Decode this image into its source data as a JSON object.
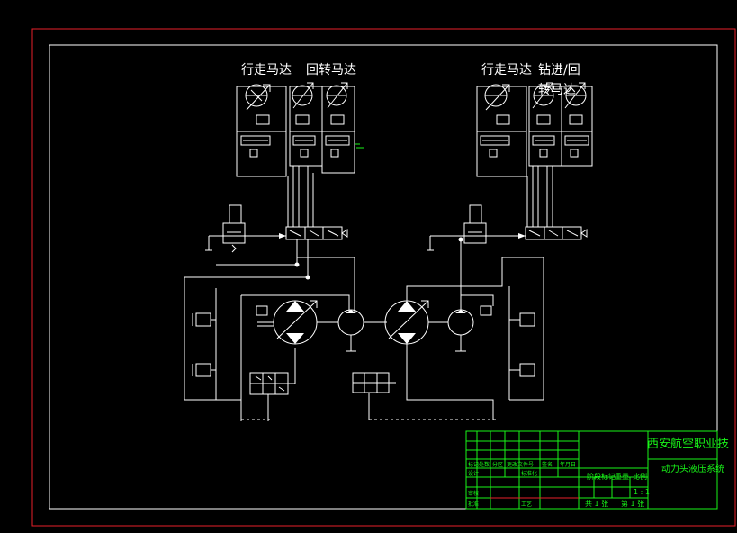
{
  "labels": {
    "left_motor_a": "行走马达",
    "left_motor_b": "回转马达",
    "right_motor_a": "行走马达",
    "right_motor_b": "钻进/回",
    "right_motor_b2": "转马达"
  },
  "title_block": {
    "school": "西安航空职业技",
    "drawing_name": "动力头液压系统",
    "scale_value": "1 : 1",
    "stage_mark": "阶段标记",
    "weight": "重量",
    "scale": "比例",
    "total_sheets": "共 1 张",
    "sheet_no": "第 1 张",
    "small_cells": [
      "标记",
      "处数",
      "分区",
      "更改文件号",
      "签名",
      "年月日",
      "设计",
      "标准化",
      "审核",
      "工艺",
      "批准"
    ]
  },
  "colors": {
    "line": "#ffffff",
    "frame": "#e8202a",
    "title_block": "#18f418",
    "background": "#000000"
  }
}
